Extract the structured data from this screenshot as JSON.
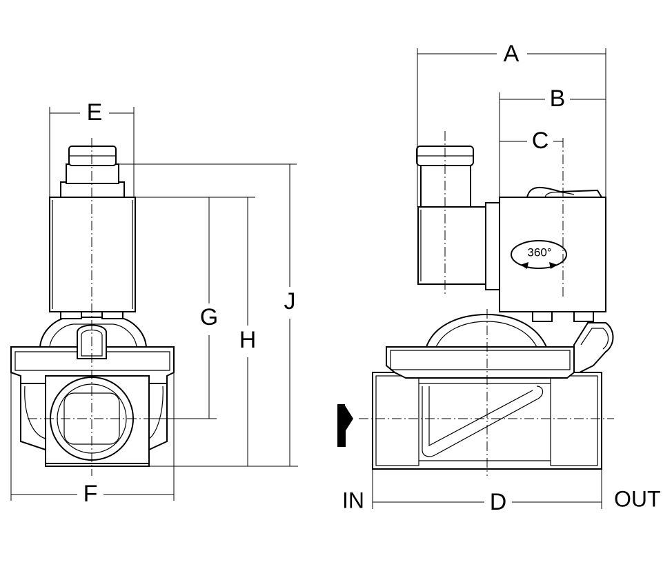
{
  "dimensions": {
    "A": "A",
    "B": "B",
    "C": "C",
    "D": "D",
    "E": "E",
    "F": "F",
    "G": "G",
    "H": "H",
    "J": "J"
  },
  "ports": {
    "inlet": "IN",
    "outlet": "OUT"
  },
  "rotation_label": "360°",
  "colors": {
    "line": "#000000",
    "background": "#ffffff"
  }
}
